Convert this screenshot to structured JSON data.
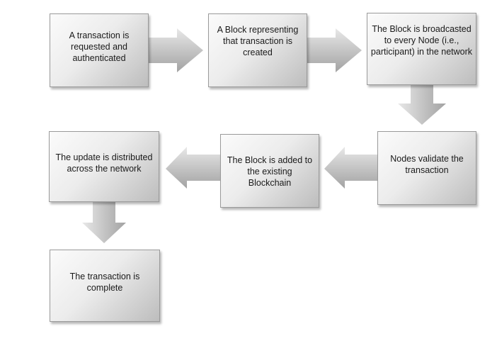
{
  "steps": [
    "A transaction is requested and authenticated",
    "A Block representing that transaction is created",
    "The Block is broadcasted to every Node (i.e., participant) in the network",
    "Nodes validate the transaction",
    "The Block is added to the existing Blockchain",
    "The update is distributed across the network",
    "The transaction is complete"
  ],
  "colors": {
    "box_light": "#fbfbfb",
    "box_dark": "#bdbdbd",
    "arrow_light": "#e6e6e6",
    "arrow_dark": "#9e9e9e",
    "border": "#9a9a9a"
  }
}
